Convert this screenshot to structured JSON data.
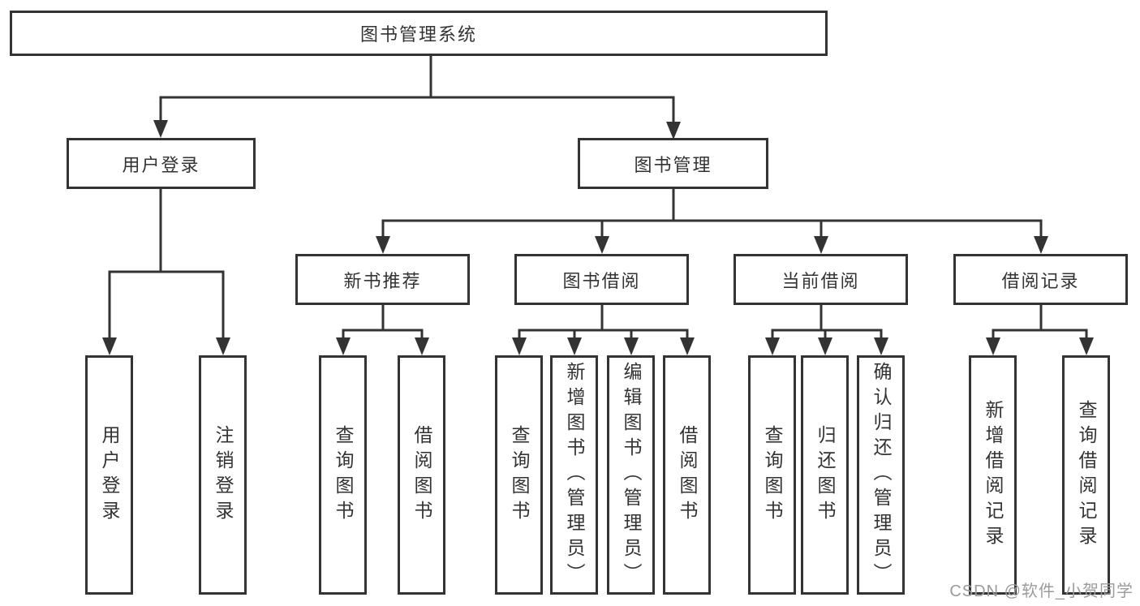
{
  "root": {
    "label": "图书管理系统"
  },
  "branches": {
    "user_login": {
      "label": "用户登录",
      "children": [
        "用户登录",
        "注销登录"
      ]
    },
    "book_mgmt": {
      "label": "图书管理"
    }
  },
  "modules": [
    {
      "label": "新书推荐",
      "children": [
        "查询图书",
        "借阅图书"
      ]
    },
    {
      "label": "图书借阅",
      "children": [
        "查询图书",
        "新增图书（管理员）",
        "编辑图书（管理员）",
        "借阅图书"
      ]
    },
    {
      "label": "当前借阅",
      "children": [
        "查询图书",
        "归还图书",
        "确认归还（管理员）"
      ]
    },
    {
      "label": "借阅记录",
      "children": [
        "新增借阅记录",
        "查询借阅记录"
      ]
    }
  ],
  "watermark": "CSDN @软件_小贺同学",
  "colors": {
    "line": "#333333",
    "text": "#333333",
    "watermark_text": "#9b9b9b",
    "background": "#ffffff"
  }
}
